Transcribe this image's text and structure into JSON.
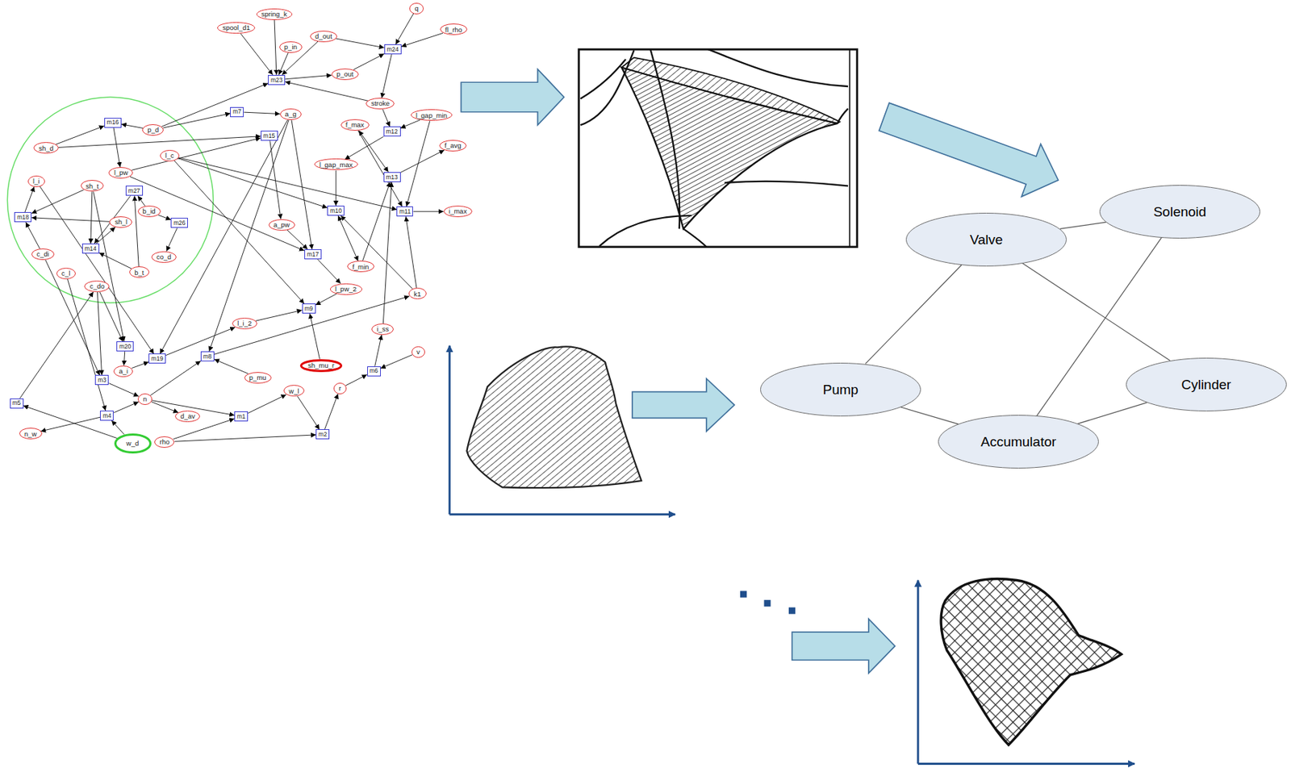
{
  "diagram": {
    "nodes": [
      {
        "text": [
          "q"
        ]
      },
      {
        "text": [
          "spring_k"
        ]
      },
      {
        "text": [
          "spool_d1"
        ]
      },
      {
        "text": [
          "fl_rho"
        ]
      },
      {
        "text": [
          "d_out"
        ]
      },
      {
        "text": [
          "p_in"
        ]
      },
      {
        "text": [
          "m24"
        ]
      },
      {
        "text": [
          "p_out"
        ]
      },
      {
        "text": [
          "m23"
        ]
      },
      {
        "text": [
          "stroke"
        ]
      },
      {
        "text": [
          "m7"
        ]
      },
      {
        "text": [
          "a_g"
        ]
      },
      {
        "text": [
          "l_gap_min"
        ]
      },
      {
        "text": [
          "m16"
        ]
      },
      {
        "text": [
          "f_max"
        ]
      },
      {
        "text": [
          "p_d"
        ]
      },
      {
        "text": [
          "m12"
        ]
      },
      {
        "text": [
          "m15"
        ]
      },
      {
        "text": [
          "f_avg"
        ]
      },
      {
        "text": [
          "sh_d"
        ]
      },
      {
        "text": [
          "l_c"
        ]
      },
      {
        "text": [
          "l_gap_max"
        ]
      },
      {
        "text": [
          "l_pw"
        ]
      },
      {
        "text": [
          "m13"
        ]
      },
      {
        "text": [
          "l_i"
        ]
      },
      {
        "text": [
          "sh_t"
        ]
      },
      {
        "text": [
          "m27"
        ]
      },
      {
        "text": [
          "m10"
        ]
      },
      {
        "text": [
          "b_id"
        ]
      },
      {
        "text": [
          "m11"
        ]
      },
      {
        "text": [
          "i_max"
        ]
      },
      {
        "text": [
          "m18"
        ]
      },
      {
        "text": [
          "sh_l"
        ]
      },
      {
        "text": [
          "m26"
        ]
      },
      {
        "text": [
          "a_pw"
        ]
      },
      {
        "text": [
          "m14"
        ]
      },
      {
        "text": [
          "c_di"
        ]
      },
      {
        "text": [
          "m17"
        ]
      },
      {
        "text": [
          "co_d"
        ]
      },
      {
        "text": [
          "f_min"
        ]
      },
      {
        "text": [
          "b_t"
        ]
      },
      {
        "text": [
          "c_l"
        ]
      },
      {
        "text": [
          "c_do"
        ]
      },
      {
        "text": [
          "l_pw_2"
        ]
      },
      {
        "text": [
          "k1"
        ]
      },
      {
        "text": [
          "m9"
        ]
      },
      {
        "text": [
          "l_i_2"
        ]
      },
      {
        "text": [
          "i_ss"
        ]
      },
      {
        "text": [
          "m20"
        ]
      },
      {
        "text": [
          "v"
        ]
      },
      {
        "text": [
          "m8"
        ]
      },
      {
        "text": [
          "m19"
        ]
      },
      {
        "text": [
          "sh_mu_r"
        ]
      },
      {
        "text": [
          "a_i"
        ]
      },
      {
        "text": [
          "m6"
        ]
      },
      {
        "text": [
          "p_mu"
        ]
      },
      {
        "text": [
          "m3"
        ]
      },
      {
        "text": [
          "r"
        ]
      },
      {
        "text": [
          "w_l"
        ]
      },
      {
        "text": [
          "n"
        ]
      },
      {
        "text": [
          "m5"
        ]
      },
      {
        "text": [
          "m4"
        ]
      },
      {
        "text": [
          "d_av"
        ]
      },
      {
        "text": [
          "m1"
        ]
      },
      {
        "text": [
          "n_w"
        ]
      },
      {
        "text": [
          "m2"
        ]
      },
      {
        "text": [
          "rho"
        ]
      },
      {
        "text": [
          "w_d"
        ]
      },
      {
        "text": [
          "Valve"
        ]
      },
      {
        "text": [
          "Solenoid"
        ]
      },
      {
        "text": [
          "Pump"
        ]
      },
      {
        "text": [
          "Accumulator"
        ]
      },
      {
        "text": [
          "Cylinder"
        ]
      }
    ],
    "edges": [
      {
        "from": 1,
        "to": 8,
        "arrow": "to"
      },
      {
        "from": 2,
        "to": 8,
        "arrow": "to"
      },
      {
        "from": 5,
        "to": 8,
        "arrow": "to"
      },
      {
        "from": 4,
        "to": 8,
        "arrow": "to"
      },
      {
        "from": 4,
        "to": 6,
        "arrow": "to"
      },
      {
        "from": 8,
        "to": 7,
        "arrow": "to"
      },
      {
        "from": 7,
        "to": 6,
        "arrow": "to"
      },
      {
        "from": 0,
        "to": 6,
        "arrow": "to"
      },
      {
        "from": 3,
        "to": 6,
        "arrow": "to"
      },
      {
        "from": 6,
        "to": 9,
        "arrow": "to"
      },
      {
        "from": 9,
        "to": 8,
        "arrow": "to"
      },
      {
        "from": 9,
        "to": 16,
        "arrow": "to"
      },
      {
        "from": 12,
        "to": 16,
        "arrow": "to"
      },
      {
        "from": 16,
        "to": 21,
        "arrow": "to"
      },
      {
        "from": 12,
        "to": 29,
        "arrow": "to"
      },
      {
        "from": 15,
        "to": 8,
        "arrow": "to"
      },
      {
        "from": 15,
        "to": 10,
        "arrow": "to"
      },
      {
        "from": 10,
        "to": 11,
        "arrow": "to"
      },
      {
        "from": 15,
        "to": 13,
        "arrow": "to"
      },
      {
        "from": 19,
        "to": 13,
        "arrow": "to"
      },
      {
        "from": 19,
        "to": 17,
        "arrow": "to"
      },
      {
        "from": 13,
        "to": 22,
        "arrow": "to"
      },
      {
        "from": 22,
        "to": 17,
        "arrow": "to"
      },
      {
        "from": 20,
        "to": 29,
        "arrow": "to"
      },
      {
        "from": 20,
        "to": 27,
        "arrow": "to"
      },
      {
        "from": 20,
        "to": 45,
        "arrow": "to"
      },
      {
        "from": 17,
        "to": 34,
        "arrow": "to"
      },
      {
        "from": 11,
        "to": 37,
        "arrow": "to"
      },
      {
        "from": 11,
        "to": 51,
        "arrow": "to"
      },
      {
        "from": 11,
        "to": 50,
        "arrow": "to"
      },
      {
        "from": 34,
        "to": 37,
        "arrow": "to"
      },
      {
        "from": 22,
        "to": 37,
        "arrow": "to"
      },
      {
        "from": 37,
        "to": 43,
        "arrow": "to"
      },
      {
        "from": 43,
        "to": 45,
        "arrow": "to"
      },
      {
        "from": 52,
        "to": 45,
        "arrow": "to"
      },
      {
        "from": 51,
        "to": 46,
        "arrow": "to"
      },
      {
        "from": 46,
        "to": 45,
        "arrow": "to"
      },
      {
        "from": 21,
        "to": 27,
        "arrow": "to"
      },
      {
        "from": 39,
        "to": 27,
        "arrow": "both"
      },
      {
        "from": 39,
        "to": 23,
        "arrow": "to"
      },
      {
        "from": 14,
        "to": 23,
        "arrow": "both"
      },
      {
        "from": 14,
        "to": 29,
        "arrow": "to"
      },
      {
        "from": 23,
        "to": 18,
        "arrow": "to"
      },
      {
        "from": 29,
        "to": 30,
        "arrow": "to"
      },
      {
        "from": 44,
        "to": 29,
        "arrow": "to"
      },
      {
        "from": 44,
        "to": 27,
        "arrow": "to"
      },
      {
        "from": 50,
        "to": 44,
        "arrow": "to"
      },
      {
        "from": 47,
        "to": 23,
        "arrow": "to"
      },
      {
        "from": 54,
        "to": 47,
        "arrow": "to"
      },
      {
        "from": 49,
        "to": 54,
        "arrow": "to"
      },
      {
        "from": 57,
        "to": 54,
        "arrow": "to"
      },
      {
        "from": 65,
        "to": 57,
        "arrow": "to"
      },
      {
        "from": 58,
        "to": 65,
        "arrow": "to"
      },
      {
        "from": 63,
        "to": 58,
        "arrow": "to"
      },
      {
        "from": 66,
        "to": 65,
        "arrow": "to"
      },
      {
        "from": 66,
        "to": 63,
        "arrow": "to"
      },
      {
        "from": 59,
        "to": 63,
        "arrow": "to"
      },
      {
        "from": 59,
        "to": 50,
        "arrow": "to"
      },
      {
        "from": 59,
        "to": 62,
        "arrow": "to"
      },
      {
        "from": 55,
        "to": 50,
        "arrow": "to"
      },
      {
        "from": 61,
        "to": 59,
        "arrow": "to"
      },
      {
        "from": 67,
        "to": 61,
        "arrow": "to"
      },
      {
        "from": 67,
        "to": 60,
        "arrow": "to"
      },
      {
        "from": 61,
        "to": 64,
        "arrow": "to"
      },
      {
        "from": 60,
        "to": 42,
        "arrow": "to"
      },
      {
        "from": 42,
        "to": 56,
        "arrow": "to"
      },
      {
        "from": 42,
        "to": 48,
        "arrow": "to"
      },
      {
        "from": 41,
        "to": 61,
        "arrow": "to"
      },
      {
        "from": 36,
        "to": 31,
        "arrow": "to"
      },
      {
        "from": 36,
        "to": 56,
        "arrow": "to"
      },
      {
        "from": 31,
        "to": 24,
        "arrow": "to"
      },
      {
        "from": 25,
        "to": 31,
        "arrow": "to"
      },
      {
        "from": 25,
        "to": 35,
        "arrow": "to"
      },
      {
        "from": 25,
        "to": 48,
        "arrow": "to"
      },
      {
        "from": 35,
        "to": 32,
        "arrow": "to"
      },
      {
        "from": 40,
        "to": 35,
        "arrow": "to"
      },
      {
        "from": 40,
        "to": 26,
        "arrow": "to"
      },
      {
        "from": 28,
        "to": 26,
        "arrow": "to"
      },
      {
        "from": 28,
        "to": 33,
        "arrow": "to"
      },
      {
        "from": 33,
        "to": 38,
        "arrow": "to"
      },
      {
        "from": 32,
        "to": 31,
        "arrow": "to"
      },
      {
        "from": 24,
        "to": 51,
        "arrow": "to"
      },
      {
        "from": 48,
        "to": 53,
        "arrow": "to"
      },
      {
        "from": 53,
        "to": 51,
        "arrow": "to"
      },
      {
        "from": 56,
        "to": 59,
        "arrow": "to"
      },
      {
        "from": 26,
        "to": 35,
        "arrow": "to"
      },
      {
        "from": 68,
        "to": 69,
        "arrow": "none"
      },
      {
        "from": 68,
        "to": 70,
        "arrow": "none"
      },
      {
        "from": 68,
        "to": 72,
        "arrow": "none"
      },
      {
        "from": 69,
        "to": 71,
        "arrow": "none"
      },
      {
        "from": 70,
        "to": 71,
        "arrow": "none"
      },
      {
        "from": 71,
        "to": 72,
        "arrow": "none"
      }
    ]
  }
}
